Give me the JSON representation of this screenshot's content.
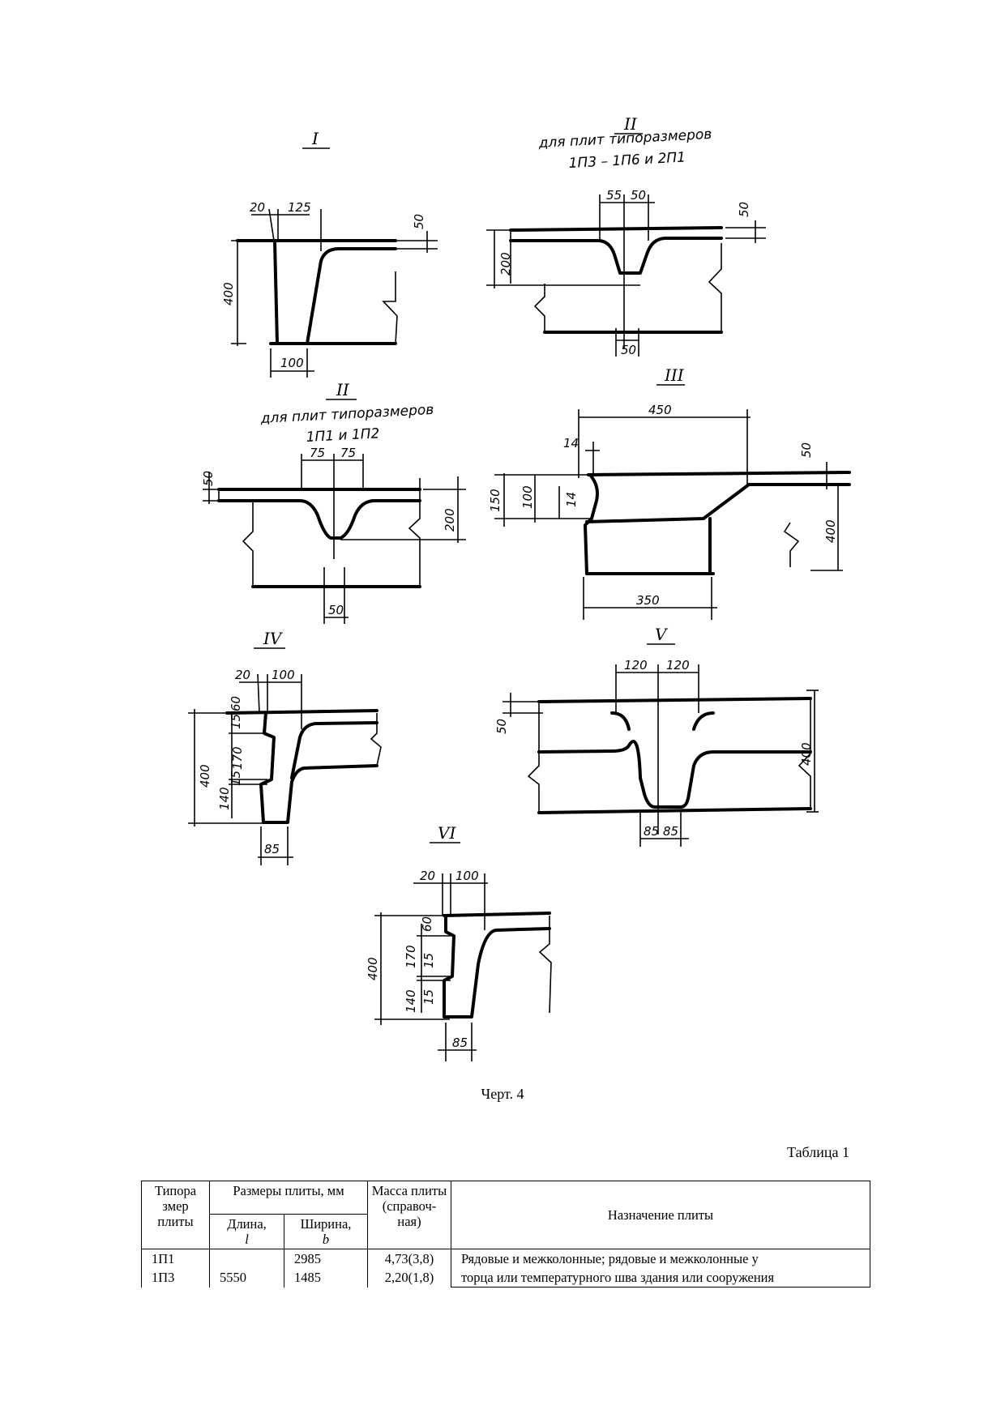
{
  "drawing": {
    "details": [
      {
        "id": "I",
        "label": "I",
        "dims": [
          "20",
          "125",
          "50",
          "400",
          "100"
        ]
      },
      {
        "id": "II-a",
        "label": "II",
        "note_line1": "для плит типоразмеров",
        "note_line2": "1П3 – 1П6 и 2П1",
        "dims": [
          "55",
          "50",
          "50",
          "200",
          "50"
        ]
      },
      {
        "id": "II-b",
        "label": "II",
        "note_line1": "для плит типоразмеров",
        "note_line2": "1П1 и 1П2",
        "dims": [
          "75",
          "75",
          "50",
          "200",
          "50"
        ]
      },
      {
        "id": "III",
        "label": "III",
        "dims": [
          "450",
          "14",
          "50",
          "150",
          "100",
          "14",
          "400",
          "350"
        ]
      },
      {
        "id": "IV",
        "label": "IV",
        "dims": [
          "20",
          "100",
          "15",
          "60",
          "170",
          "15",
          "400",
          "140",
          "85"
        ]
      },
      {
        "id": "V",
        "label": "V",
        "dims": [
          "120",
          "120",
          "50",
          "400",
          "85",
          "85"
        ]
      },
      {
        "id": "VI",
        "label": "VI",
        "dims": [
          "20",
          "100",
          "60",
          "170",
          "15",
          "15",
          "400",
          "140",
          "85"
        ]
      }
    ],
    "caption": "Черт. 4"
  },
  "table": {
    "label": "Таблица 1",
    "headers": {
      "typesize": "Типора змер плиты",
      "dims_group": "Размеры  плиты, мм",
      "length": "Длина,",
      "length_sym": "l",
      "width": "Ширина,",
      "width_sym": "b",
      "mass": "Масса плиты (справоч-ная)",
      "purpose": "Назначение плиты"
    },
    "rows": [
      {
        "type": "1П1",
        "length": "",
        "width": "2985",
        "mass": "4,73(3,8)",
        "purpose": "Рядовые и межколонные; рядовые и межколонные у"
      },
      {
        "type": "1П3",
        "length": "5550",
        "width": "1485",
        "mass": "2,20(1,8)",
        "purpose": "торца или температурного шва здания или сооружения"
      }
    ]
  }
}
